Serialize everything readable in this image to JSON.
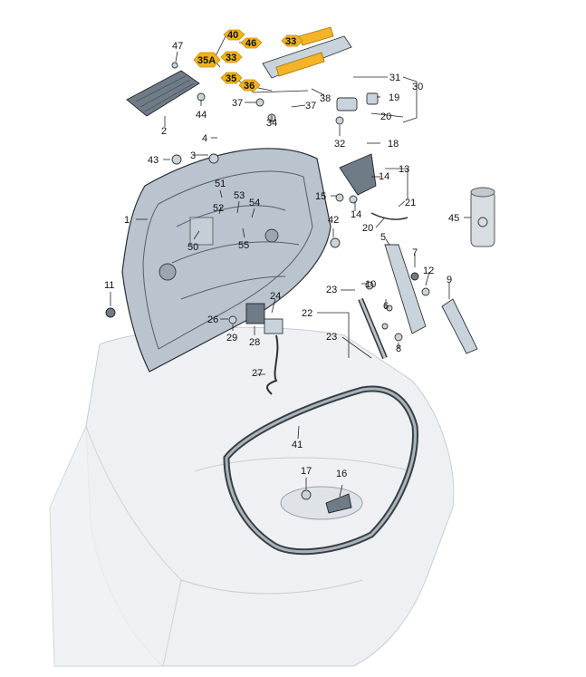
{
  "labels": {
    "l1": "1",
    "l2": "2",
    "l3": "3",
    "l4": "4",
    "l5": "5",
    "l6": "6",
    "l7": "7",
    "l8": "8",
    "l9": "9",
    "l10": "10",
    "l11": "11",
    "l12": "12",
    "l13": "13",
    "l14a": "14",
    "l14b": "14",
    "l15": "15",
    "l16": "16",
    "l17": "17",
    "l18": "18",
    "l19": "19",
    "l20a": "20",
    "l20b": "20",
    "l21": "21",
    "l22": "22",
    "l23a": "23",
    "l23b": "23",
    "l24": "24",
    "l26": "26",
    "l27": "27",
    "l28": "28",
    "l29": "29",
    "l30": "30",
    "l31": "31",
    "l32": "32",
    "l33a": "33",
    "l33b": "33",
    "l34": "34",
    "l35a": "35A",
    "l35": "35",
    "l36": "36",
    "l37a": "37",
    "l37b": "37",
    "l38": "38",
    "l40": "40",
    "l41": "41",
    "l42": "42",
    "l43": "43",
    "l44": "44",
    "l45": "45",
    "l46": "46",
    "l47": "47",
    "l50": "50",
    "l51": "51",
    "l52": "52",
    "l53": "53",
    "l54": "54",
    "l55": "55"
  },
  "colors": {
    "highlight": "#f2b21b",
    "part": "#c9d3dc",
    "lid": "#b9c4ce",
    "ghost_body": "#eef0f3"
  }
}
